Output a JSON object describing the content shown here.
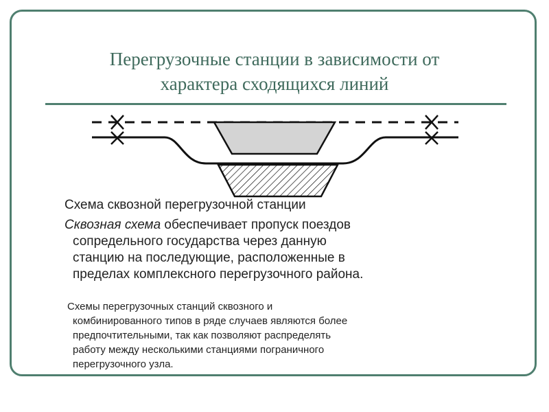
{
  "title": {
    "line1": "Перегрузочные станции в зависимости от",
    "line2": "характера сходящихся линий"
  },
  "caption": "Схема сквозной перегрузочной станции",
  "paragraph1": {
    "emphasis": "Сквозная схема",
    "line1_rest": " обеспечивает пропуск поездов",
    "line2": "сопредельного государства через данную",
    "line3": "станцию на последующие, расположенные в",
    "line4": "пределах комплексного перегрузочного района."
  },
  "paragraph2": {
    "line1": "Схемы перегрузочных станций сквозного и",
    "line2": "комбинированного типов в ряде случаев являются более",
    "line3": "предпочтительными, так как позволяют распределять",
    "line4": "работу между несколькими станциями пограничного",
    "line5": "перегрузочного узла."
  },
  "colors": {
    "frame": "#4f7f6f",
    "title": "#3f6a5c",
    "text": "#222222",
    "upper_platform_fill": "#d4d4d4"
  }
}
